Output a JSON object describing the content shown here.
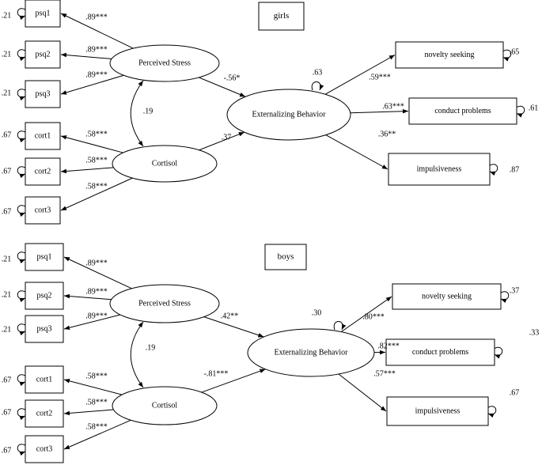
{
  "panels": [
    {
      "label": "girls",
      "latents": {
        "stress": "Perceived Stress",
        "cortisol": "Cortisol",
        "ext": "Externalizing Behavior"
      },
      "stress_indicators": [
        {
          "label": "psq1",
          "resid": ".21",
          "loading": ".89***"
        },
        {
          "label": "psq2",
          "resid": ".21",
          "loading": ".89***"
        },
        {
          "label": "psq3",
          "resid": ".21",
          "loading": ".89***"
        }
      ],
      "cortisol_indicators": [
        {
          "label": "cort1",
          "resid": ".67",
          "loading": ".58***"
        },
        {
          "label": "cort2",
          "resid": ".67",
          "loading": ".58***"
        },
        {
          "label": "cort3",
          "resid": ".67",
          "loading": ".58***"
        }
      ],
      "ext_indicators": [
        {
          "label": "novelty seeking",
          "resid": ".65",
          "loading": ".59***"
        },
        {
          "label": "conduct problems",
          "resid": ".61",
          "loading": ".63***"
        },
        {
          "label": "impulsiveness",
          "resid": ".87",
          "loading": ".36**"
        }
      ],
      "correlation": ".19",
      "path_stress_ext": "-.56*",
      "path_cortisol_ext": ".37",
      "ext_resid": ".63"
    },
    {
      "label": "boys",
      "latents": {
        "stress": "Perceived Stress",
        "cortisol": "Cortisol",
        "ext": "Externalizing Behavior"
      },
      "stress_indicators": [
        {
          "label": "psq1",
          "resid": ".21",
          "loading": ".89***"
        },
        {
          "label": "psq2",
          "resid": ".21",
          "loading": ".89***"
        },
        {
          "label": "psq3",
          "resid": ".21",
          "loading": ".89***"
        }
      ],
      "cortisol_indicators": [
        {
          "label": "cort1",
          "resid": ".67",
          "loading": ".58***"
        },
        {
          "label": "cort2",
          "resid": ".67",
          "loading": ".58***"
        },
        {
          "label": "cort3",
          "resid": ".67",
          "loading": ".58***"
        }
      ],
      "ext_indicators": [
        {
          "label": "novelty seeking",
          "resid": ".37",
          "loading": ".80***"
        },
        {
          "label": "conduct problems",
          "resid": ".33",
          "loading": ".82***"
        },
        {
          "label": "impulsiveness",
          "resid": ".67",
          "loading": ".57***"
        }
      ],
      "correlation": ".19",
      "path_stress_ext": ".42**",
      "path_cortisol_ext": "-.81***",
      "ext_resid": ".30"
    }
  ]
}
